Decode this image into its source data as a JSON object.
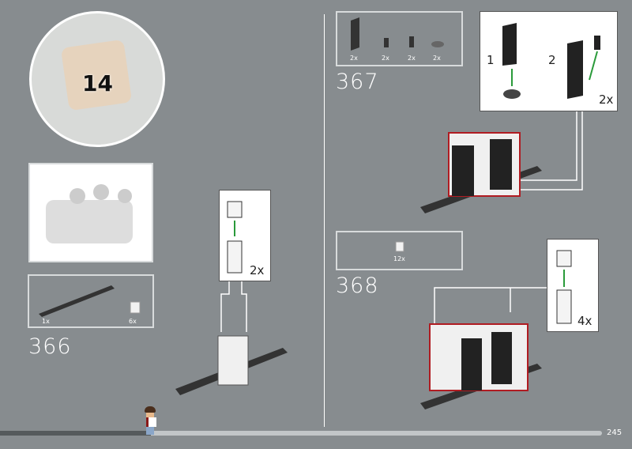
{
  "bag": {
    "number": "14"
  },
  "steps": [
    {
      "number": "366",
      "parts": [
        {
          "qty": "1x",
          "name": "plate-1x12-black"
        },
        {
          "qty": "6x",
          "name": "brick-1x1-transparent"
        }
      ],
      "callout_qty": "2x"
    },
    {
      "number": "367",
      "parts": [
        {
          "qty": "2x"
        },
        {
          "qty": "2x"
        },
        {
          "qty": "2x"
        },
        {
          "qty": "2x"
        }
      ],
      "substeps": [
        "1",
        "2"
      ],
      "callout_qty": "2x"
    },
    {
      "number": "368",
      "parts": [
        {
          "qty": "12x"
        }
      ],
      "callout_qty": "4x"
    }
  ],
  "footer": {
    "page_number": "245",
    "progress": 0.25
  },
  "colors": {
    "background": "#878c8f",
    "arrow": "#2a9a3a",
    "highlight": "#b01c22"
  }
}
